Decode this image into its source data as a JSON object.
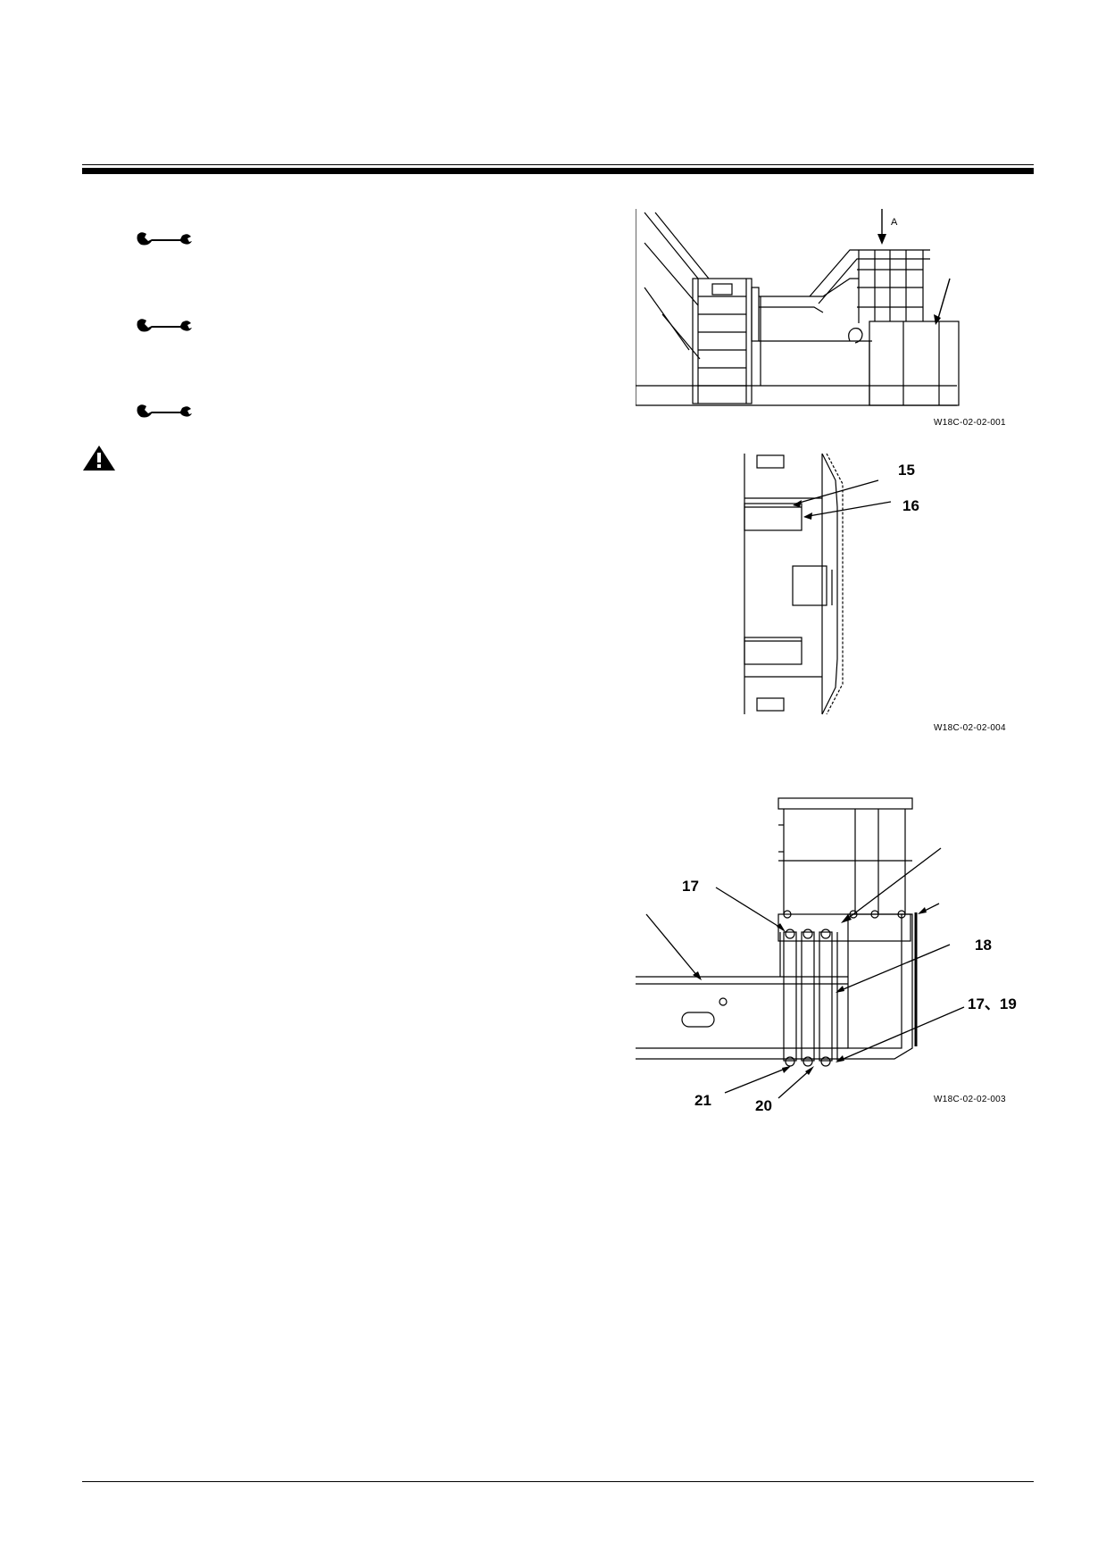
{
  "header": {
    "style": "double-rule"
  },
  "icons": {
    "tool_1": "wrench-icon",
    "tool_2": "wrench-icon",
    "tool_3": "wrench-icon",
    "warning": "warning-icon"
  },
  "figures": [
    {
      "code": "W18C-02-02-001",
      "labels": {
        "arrow_a": "A"
      }
    },
    {
      "code": "W18C-02-02-004",
      "labels": {
        "c15": "15",
        "c16": "16"
      }
    },
    {
      "code": "W18C-02-02-003",
      "labels": {
        "c17": "17",
        "c18": "18",
        "c1719": "17、19",
        "c20": "20",
        "c21": "21"
      }
    }
  ]
}
